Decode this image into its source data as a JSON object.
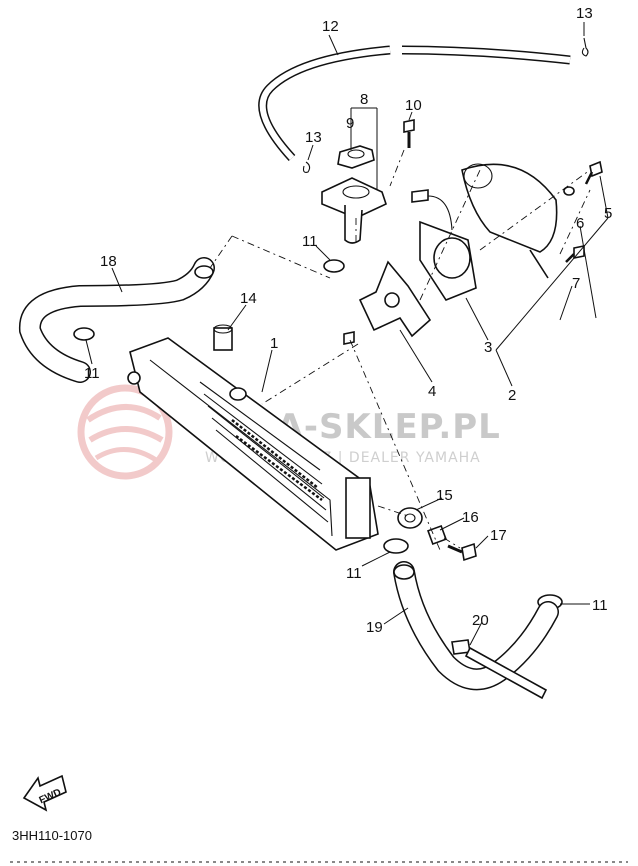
{
  "callouts": {
    "c1": "1",
    "c2": "2",
    "c3": "3",
    "c4": "4",
    "c5": "5",
    "c6": "6",
    "c7": "7",
    "c8": "8",
    "c9": "9",
    "c10": "10",
    "c11a": "11",
    "c11b": "11",
    "c11c": "11",
    "c11d": "11",
    "c12": "12",
    "c13a": "13",
    "c13b": "13",
    "c14": "14",
    "c15": "15",
    "c16": "16",
    "c17": "17",
    "c18": "18",
    "c19": "19",
    "c20": "20"
  },
  "watermark": {
    "main": "YAMA-SKLEP.PL",
    "sub": "WOJCIECH … CZ | DEALER YAMAHA",
    "logo_color": "#e8a0a0"
  },
  "fwd_label": "FWD",
  "diagram_code": "3HH110-1070"
}
